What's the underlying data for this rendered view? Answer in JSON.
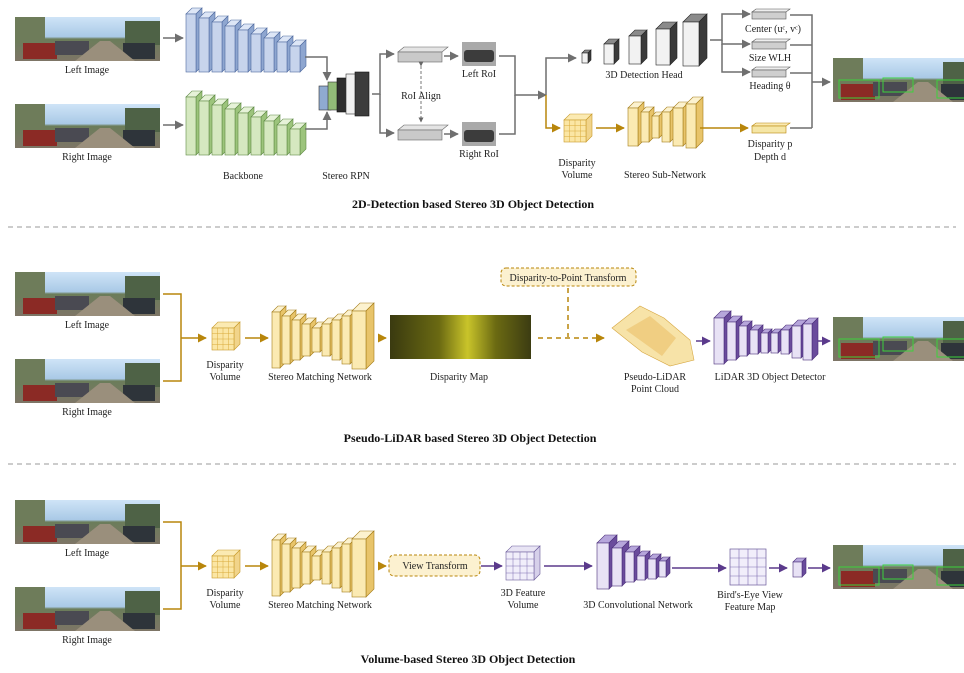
{
  "colors": {
    "gray_arrow": "#6f6f6f",
    "gold": "#b8860b",
    "gold_fill": "#f5e6a6",
    "purple": "#5b3a8c",
    "blue_block": "#b9c8e4",
    "green_block": "#c8e0b0",
    "dark_block": "#3a3a3a"
  },
  "sections": [
    {
      "title": "2D-Detection based Stereo 3D Object Detection",
      "labels": {
        "left_image": "Left Image",
        "right_image": "Right Image",
        "backbone": "Backbone",
        "stereo_rpn": "Stereo RPN",
        "roi_align": "RoI Align",
        "left_roi": "Left RoI",
        "right_roi": "Right RoI",
        "detection_head": "3D Detection Head",
        "center": "Center (uᶜ, vᶜ)",
        "size": "Size WLH",
        "heading": "Heading θ",
        "disparity_volume_1": "Disparity",
        "disparity_volume_2": "Volume",
        "stereo_subnet": "Stereo Sub-Network",
        "disparity_p": "Disparity p",
        "depth_d": "Depth d"
      }
    },
    {
      "title": "Pseudo-LiDAR based Stereo 3D Object Detection",
      "labels": {
        "left_image": "Left Image",
        "right_image": "Right Image",
        "disparity_volume_1": "Disparity",
        "disparity_volume_2": "Volume",
        "stereo_matching": "Stereo Matching Network",
        "disparity_map": "Disparity Map",
        "transform": "Disparity-to-Point Transform",
        "pseudo_lidar_1": "Pseudo-LiDAR",
        "pseudo_lidar_2": "Point Cloud",
        "lidar_detector": "LiDAR 3D Object Detector"
      }
    },
    {
      "title": "Volume-based Stereo 3D Object Detection",
      "labels": {
        "left_image": "Left Image",
        "right_image": "Right Image",
        "disparity_volume_1": "Disparity",
        "disparity_volume_2": "Volume",
        "stereo_matching": "Stereo Matching Network",
        "view_transform": "View Transform",
        "feature_volume_1": "3D Feature",
        "feature_volume_2": "Volume",
        "conv_net": "3D Convolutional Network",
        "bev_1": "Bird's-Eye View",
        "bev_2": "Feature Map"
      }
    }
  ]
}
